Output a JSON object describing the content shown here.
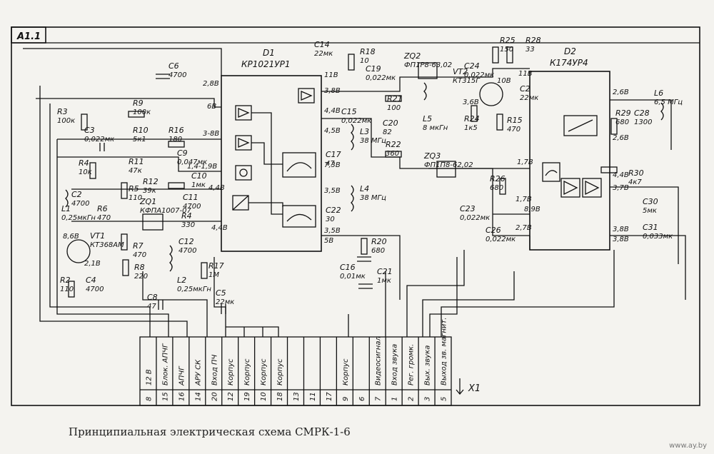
{
  "sheet_label": "А1.1",
  "caption": "Принципиальная электрическая схема СМРК-1-6",
  "watermark": "www.ay.by",
  "ic_d1": {
    "ref": "D1",
    "part": "КР1021УР1"
  },
  "ic_d2": {
    "ref": "D2",
    "part": "К174УР4"
  },
  "components": [
    {
      "ref": "R3",
      "value": "100к"
    },
    {
      "ref": "C3",
      "value": "0,022мк"
    },
    {
      "ref": "C6",
      "value": "4700"
    },
    {
      "ref": "R9",
      "value": "100к"
    },
    {
      "ref": "R10",
      "value": "5к1"
    },
    {
      "ref": "R16",
      "value": "180"
    },
    {
      "ref": "C9",
      "value": "0,047мк"
    },
    {
      "ref": "R4",
      "value": "10к"
    },
    {
      "ref": "R11",
      "value": "47к"
    },
    {
      "ref": "R12",
      "value": "39к"
    },
    {
      "ref": "C10",
      "value": "1мк"
    },
    {
      "ref": "R5",
      "value": "110"
    },
    {
      "ref": "C2",
      "value": "4700"
    },
    {
      "ref": "L1",
      "value": "0,25мкГн"
    },
    {
      "ref": "R6",
      "value": "470"
    },
    {
      "ref": "ZQ1",
      "value": "КФПА1007-07"
    },
    {
      "ref": "C11",
      "value": "4700"
    },
    {
      "ref": "R4",
      "value": "330"
    },
    {
      "ref": "C12",
      "value": "4700"
    },
    {
      "ref": "VT1",
      "value": "КТ368АМ"
    },
    {
      "ref": "R7",
      "value": "470"
    },
    {
      "ref": "R8",
      "value": "220"
    },
    {
      "ref": "R2",
      "value": "110"
    },
    {
      "ref": "C4",
      "value": "4700"
    },
    {
      "ref": "L2",
      "value": "0,25мкГн"
    },
    {
      "ref": "R17",
      "value": "1М"
    },
    {
      "ref": "C5",
      "value": "22мк"
    },
    {
      "ref": "C8",
      "value": "47"
    },
    {
      "ref": "C14",
      "value": "22мк"
    },
    {
      "ref": "R18",
      "value": "10"
    },
    {
      "ref": "C19",
      "value": "0,022мк"
    },
    {
      "ref": "C15",
      "value": "0,022мк"
    },
    {
      "ref": "C20",
      "value": "82"
    },
    {
      "ref": "R21",
      "value": "100"
    },
    {
      "ref": "C17",
      "value": "47"
    },
    {
      "ref": "L3",
      "value": "38 МГц"
    },
    {
      "ref": "R22",
      "value": "360"
    },
    {
      "ref": "C22",
      "value": "30"
    },
    {
      "ref": "L4",
      "value": "38 МГц"
    },
    {
      "ref": "R20",
      "value": "680"
    },
    {
      "ref": "C16",
      "value": "0,01мк"
    },
    {
      "ref": "C21",
      "value": "1мк"
    },
    {
      "ref": "ZQ2",
      "value": "ФП1Р8-63,02"
    },
    {
      "ref": "L5",
      "value": "8 мкГн"
    },
    {
      "ref": "VT2",
      "value": "КТ315Г"
    },
    {
      "ref": "R24",
      "value": "1к5"
    },
    {
      "ref": "C24",
      "value": "0,022мк"
    },
    {
      "ref": "R25",
      "value": "150"
    },
    {
      "ref": "R28",
      "value": "33"
    },
    {
      "ref": "R15",
      "value": "470"
    },
    {
      "ref": "C2",
      "value": "22мк"
    },
    {
      "ref": "ZQ3",
      "value": "ФП1П8-62,02"
    },
    {
      "ref": "R26",
      "value": "680"
    },
    {
      "ref": "C23",
      "value": "0,022мк"
    },
    {
      "ref": "C26",
      "value": "0,022мк"
    },
    {
      "ref": "R29",
      "value": "680"
    },
    {
      "ref": "C28",
      "value": "1300"
    },
    {
      "ref": "L6",
      "value": "6,5 МГц"
    },
    {
      "ref": "R30",
      "value": "4к7"
    },
    {
      "ref": "C30",
      "value": "5мк"
    },
    {
      "ref": "C31",
      "value": "0,033мк"
    }
  ],
  "voltages": [
    "2,8В",
    "6В",
    "3-8В",
    "1,4-1,9В",
    "4,4В",
    "3,8В",
    "4,4В",
    "4,5В",
    "7,3В",
    "3,5В",
    "4,4В",
    "3,5В",
    "5В",
    "11В",
    "3,6В",
    "10В",
    "11В",
    "1,7В",
    "1,7В",
    "2,7В",
    "2,6В",
    "2,6В",
    "4,4В",
    "3,8В",
    "3,7В",
    "3,8В",
    "8,6В",
    "2,1В",
    "8,9В"
  ],
  "connector": {
    "ref": "Х1",
    "pins": [
      {
        "num": "8",
        "label": "12 В"
      },
      {
        "num": "15",
        "label": "Блок. АПЧГ"
      },
      {
        "num": "16",
        "label": "АПЧГ"
      },
      {
        "num": "14",
        "label": "АРУ СК"
      },
      {
        "num": "20",
        "label": "Вход ПЧ"
      },
      {
        "num": "12",
        "label": "Корпус"
      },
      {
        "num": "19",
        "label": "Корпус"
      },
      {
        "num": "10",
        "label": "Корпус"
      },
      {
        "num": "18",
        "label": "Корпус"
      },
      {
        "num": "13",
        "label": ""
      },
      {
        "num": "11",
        "label": ""
      },
      {
        "num": "17",
        "label": ""
      },
      {
        "num": "9",
        "label": "Корпус"
      },
      {
        "num": "6",
        "label": ""
      },
      {
        "num": "7",
        "label": "Видеосигнал"
      },
      {
        "num": "1",
        "label": "Вход звука"
      },
      {
        "num": "2",
        "label": "Рег. громк."
      },
      {
        "num": "3",
        "label": "Вых. звука"
      },
      {
        "num": "5",
        "label": "Выход зв. магнит."
      }
    ]
  }
}
